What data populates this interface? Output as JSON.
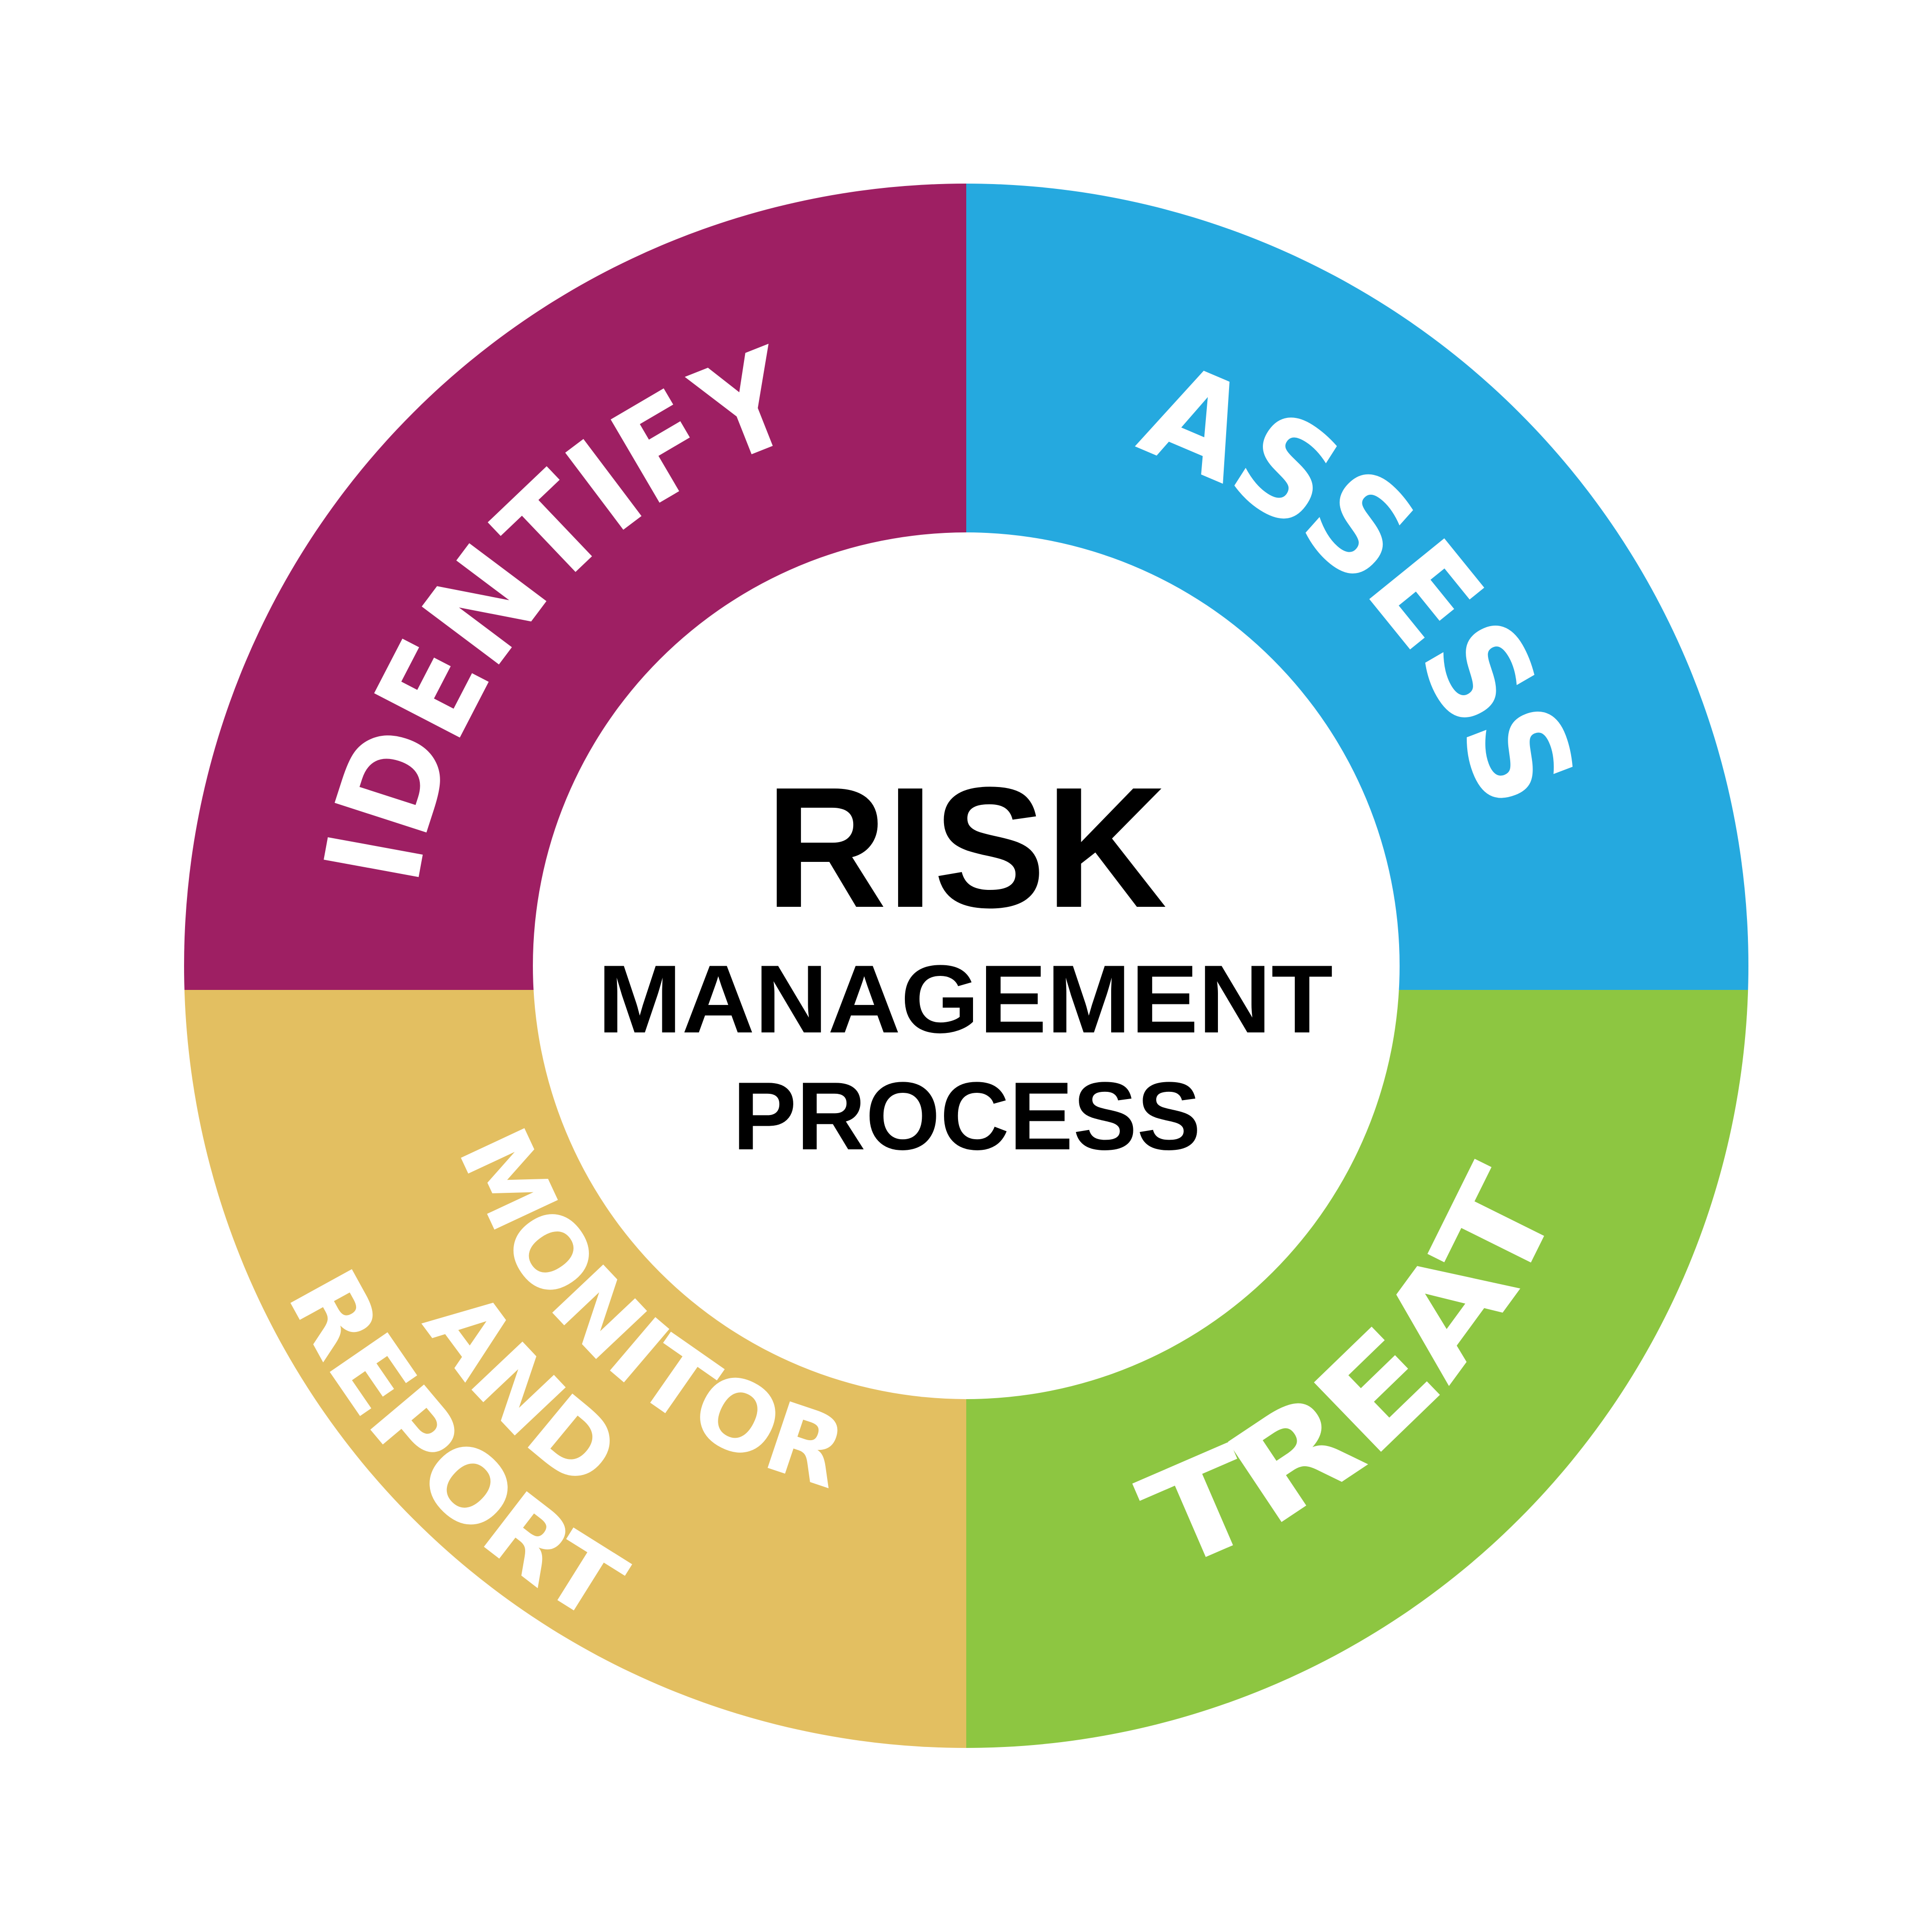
{
  "title": {
    "main": "RISK",
    "line2": "MANAGEMENT",
    "line3": "PROCESS"
  },
  "segments": [
    {
      "id": "identify",
      "label": "IDENTIFY",
      "color": "#9E1F63",
      "quadrant": "top-left"
    },
    {
      "id": "assess",
      "label": "ASSESS",
      "color": "#25A9DF",
      "quadrant": "top-right"
    },
    {
      "id": "treat",
      "label": "TREAT",
      "color": "#8DC641",
      "quadrant": "bottom-right"
    },
    {
      "id": "monitor",
      "label_lines": [
        "MONITOR",
        "AND",
        "REPORT"
      ],
      "color": "#E3BF61",
      "quadrant": "bottom-left"
    }
  ],
  "colors": {
    "background": "#FFFFFF",
    "center_fill": "#FFFFFF",
    "center_text": "#000000",
    "ring_text": "#FFFFFF"
  }
}
